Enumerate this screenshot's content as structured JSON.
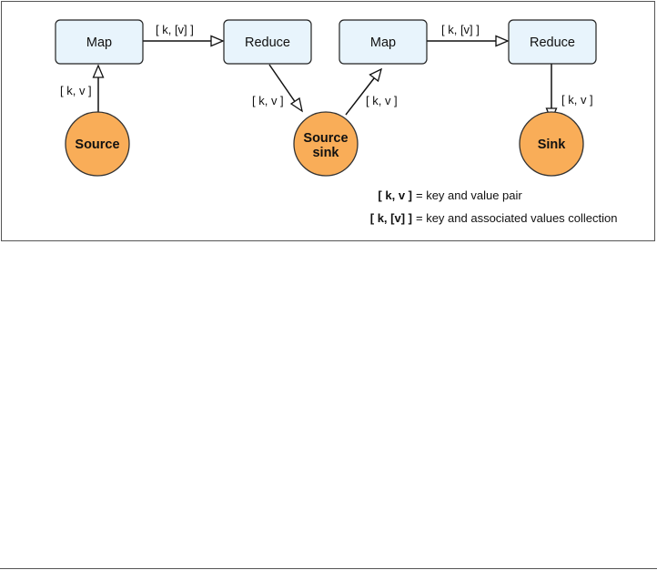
{
  "nodes": {
    "map1": "Map",
    "reduce1": "Reduce",
    "map2": "Map",
    "reduce2": "Reduce",
    "source": "Source",
    "source_sink_line1": "Source",
    "source_sink_line2": "sink",
    "sink": "Sink"
  },
  "edges": {
    "source_to_map1": "[ k, v ]",
    "map1_to_reduce1": "[ k, [v] ]",
    "reduce1_to_sourcesink": "[ k, v ]",
    "sourcesink_to_map2": "[ k, v ]",
    "map2_to_reduce2": "[ k, [v] ]",
    "reduce2_to_sink": "[ k, v ]"
  },
  "legend": [
    {
      "key": "[ k, v ]",
      "description": "= key and value pair"
    },
    {
      "key": "[ k, [v] ]",
      "description": "= key and associated values collection"
    }
  ],
  "colors": {
    "box_fill": "#e8f4fc",
    "circle_fill": "#f9ad58"
  }
}
